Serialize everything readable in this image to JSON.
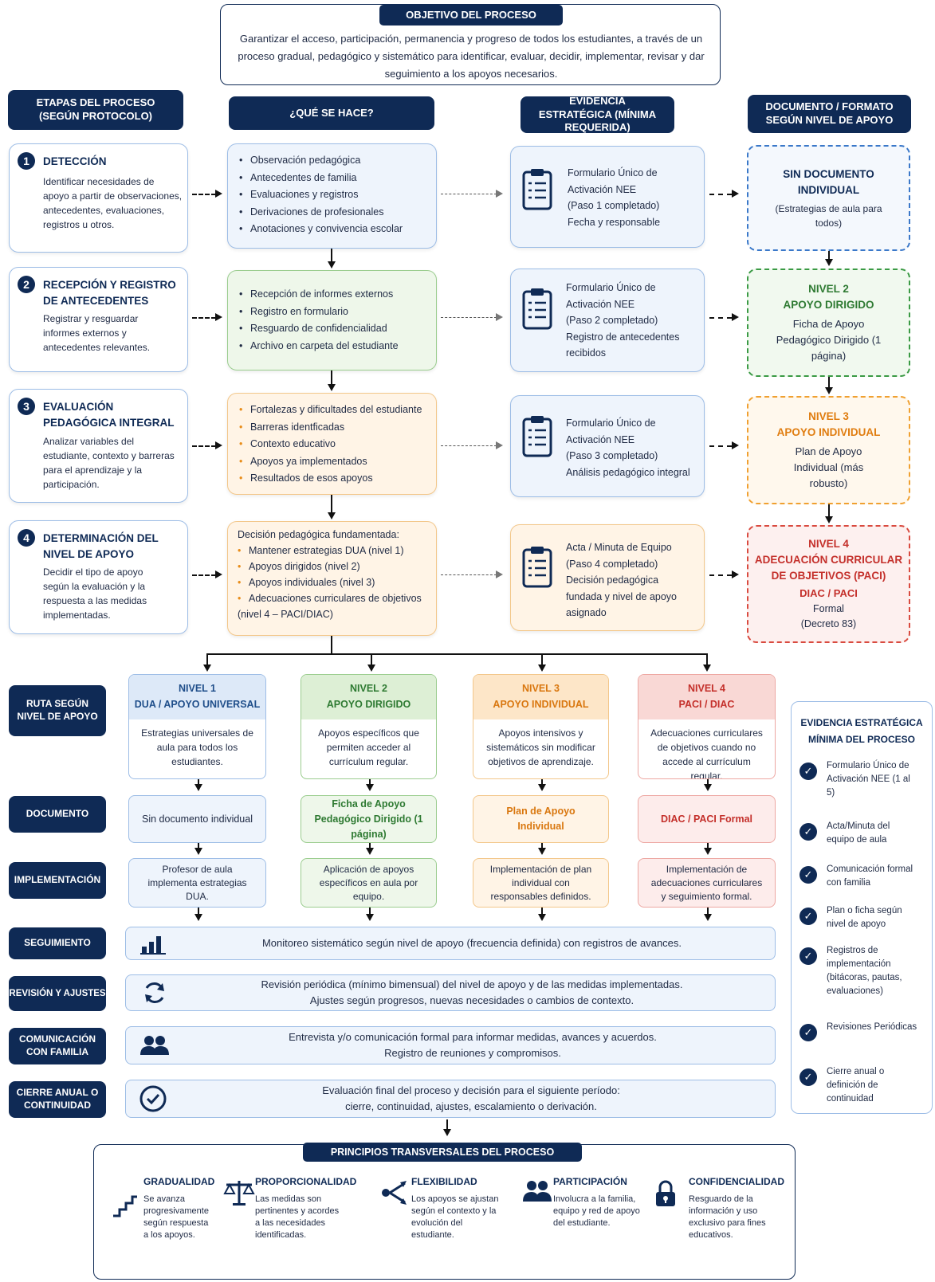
{
  "objective": {
    "title": "OBJETIVO DEL PROCESO",
    "text": "Garantizar el acceso, participación, permanencia y progreso de todos los estudiantes, a través de un proceso gradual, pedagógico y sistemático para identificar, evaluar, decidir, implementar, revisar y dar seguimiento a los apoyos necesarios."
  },
  "headers": {
    "stages": "ETAPAS DEL PROCESO (SEGÚN PROTOCOLO)",
    "what": "¿QUÉ SE HACE?",
    "evidence": "EVIDENCIA ESTRATÉGICA (MÍNIMA REQUERIDA)",
    "document": "DOCUMENTO / FORMATO SEGÚN NIVEL DE APOYO"
  },
  "stages": [
    {
      "num": "1",
      "title": "DETECCIÓN",
      "desc": "Identificar necesidades de apoyo a partir de observaciones, antecedentes, evaluaciones, registros u otros."
    },
    {
      "num": "2",
      "title": "RECEPCIÓN Y REGISTRO DE ANTECEDENTES",
      "desc": "Registrar y resguardar informes externos y antecedentes relevantes."
    },
    {
      "num": "3",
      "title": "EVALUACIÓN PEDAGÓGICA INTEGRAL",
      "desc": "Analizar variables del estudiante, contexto y barreras para el aprendizaje y la participación."
    },
    {
      "num": "4",
      "title": "DETERMINACIÓN DEL NIVEL DE APOYO",
      "desc": "Decidir el tipo de apoyo según la evaluación y la respuesta a las medidas implementadas."
    }
  ],
  "actions": [
    {
      "items": [
        "Observación pedagógica",
        "Antecedentes de familia",
        "Evaluaciones y registros",
        "Derivaciones de profesionales",
        "Anotaciones y convivencia escolar"
      ]
    },
    {
      "items": [
        "Recepción de informes externos",
        "Registro en formulario",
        "Resguardo de confidencialidad",
        "Archivo en carpeta del estudiante"
      ]
    },
    {
      "items": [
        "Fortalezas y dificultades del estudiante",
        "Barreras identficadas",
        "Contexto educativo",
        "Apoyos ya implementados",
        "Resultados de esos apoyos"
      ]
    },
    {
      "intro": "Decisión pedagógica fundamentada:",
      "items": [
        "Mantener estrategias DUA (nivel 1)",
        "Apoyos dirigidos (nivel 2)",
        "Apoyos individuales (nivel 3)",
        "Adecuaciones curriculares de objetivos (nivel 4 – PACI/DIAC)"
      ]
    }
  ],
  "evidence": [
    {
      "lines": [
        "Formulario Único de",
        "Activación NEE",
        "(Paso 1 completado)",
        "Fecha y responsable"
      ]
    },
    {
      "lines": [
        "Formulario Único de",
        "Activación NEE",
        "(Paso 2 completado)",
        "Registro de antecedentes",
        "recibidos"
      ]
    },
    {
      "lines": [
        "Formulario Único de",
        "Activación NEE",
        "(Paso 3 completado)",
        "Análisis pedagógico integral"
      ]
    },
    {
      "lines": [
        "Acta / Minuta de Equipo",
        "(Paso 4 completado)",
        "Decisión pedagógica",
        "fundada y nivel de apoyo",
        "asignado"
      ]
    }
  ],
  "documents": [
    {
      "head": "SIN DOCUMENTO INDIVIDUAL",
      "sub": "(Estrategias de aula para todos)",
      "color": "#1f5fa8"
    },
    {
      "head": "NIVEL 2",
      "head2": "APOYO DIRIGIDO",
      "body": "Ficha de Apoyo Pedagógico Dirigido (1 página)",
      "color": "#2e8b3a"
    },
    {
      "head": "NIVEL 3",
      "head2": "APOYO INDIVIDUAL",
      "body": "Plan de Apoyo Individual (más robusto)",
      "color": "#e88d1a"
    },
    {
      "head": "NIVEL 4",
      "head2": "ADECUACIÓN CURRICULAR DE OBJETIVOS (PACI)",
      "head3": "DIAC / PACI",
      "body": "Formal (Decreto 83)",
      "color": "#d63a2f"
    }
  ],
  "rowlabels": {
    "ruta": "RUTA SEGÚN NIVEL DE APOYO",
    "documento": "DOCUMENTO",
    "implementacion": "IMPLEMENTACIÓN",
    "seguimiento": "SEGUIMIENTO",
    "revision": "REVISIÓN Y AJUSTES",
    "comunicacion": "COMUNICACIÓN CON FAMILIA",
    "cierre": "CIERRE ANUAL O CONTINUIDAD"
  },
  "levels": [
    {
      "h1": "NIVEL 1",
      "h2": "DUA / APOYO UNIVERSAL",
      "desc": "Estrategias universales de aula para todos los estudiantes.",
      "doc": "Sin documento individual",
      "impl": "Profesor de aula implementa estrategias DUA.",
      "color": "#1f4e8a"
    },
    {
      "h1": "NIVEL 2",
      "h2": "APOYO DIRIGIDO",
      "desc": "Apoyos específicos que permiten acceder al currículum regular.",
      "doc": "Ficha de Apoyo Pedagógico Dirigido (1 página)",
      "impl": "Aplicación de apoyos específicos en aula por equipo.",
      "color": "#2e7a32"
    },
    {
      "h1": "NIVEL 3",
      "h2": "APOYO INDIVIDUAL",
      "desc": "Apoyos intensivos y sistemáticos sin modificar objetivos de aprendizaje.",
      "doc": "Plan de Apoyo Individual",
      "impl": "Implementación de plan individual con responsables definidos.",
      "color": "#d9770f"
    },
    {
      "h1": "NIVEL 4",
      "h2": "PACI / DIAC",
      "desc": "Adecuaciones curriculares de objetivos cuando no accede al currículum regular.",
      "doc": "DIAC / PACI Formal",
      "impl": "Implementación de adecuaciones curriculares y seguimiento formal.",
      "color": "#c4302b"
    }
  ],
  "bars": {
    "seguimiento": "Monitoreo sistemático según nivel de apoyo (frecuencia definida) con registros de avances.",
    "revision1": "Revisión periódica (mínimo bimensual) del nivel de apoyo y de las medidas implementadas.",
    "revision2": "Ajustes según progresos, nuevas necesidades o cambios de contexto.",
    "comunicacion1": "Entrevista y/o comunicación formal para informar medidas, avances y acuerdos.",
    "comunicacion2": "Registro de reuniones y compromisos.",
    "cierre1": "Evaluación final del proceso y decisión para el siguiente período:",
    "cierre2": "cierre, continuidad, ajustes, escalamiento o derivación."
  },
  "sidebar": {
    "title": "EVIDENCIA ESTRATÉGICA MÍNIMA DEL PROCESO",
    "items": [
      "Formulario Único de Activación NEE (1 al 5)",
      "Acta/Minuta del equipo de aula",
      "Comunicación formal con familia",
      "Plan o ficha según nivel de apoyo",
      "Registros de implementación (bitácoras, pautas, evaluaciones)",
      "Revisiones Periódicas",
      "Cierre anual o definición de continuidad"
    ]
  },
  "principles": {
    "title": "PRINCIPIOS TRANSVERSALES DEL PROCESO",
    "items": [
      {
        "name": "GRADUALIDAD",
        "desc": "Se avanza progresivamente según respuesta a los apoyos."
      },
      {
        "name": "PROPORCIONALIDAD",
        "desc": "Las medidas son pertinentes y acordes a las necesidades identificadas."
      },
      {
        "name": "FLEXIBILIDAD",
        "desc": "Los apoyos se ajustan según el contexto y la evolución del estudiante."
      },
      {
        "name": "PARTICIPACIÓN",
        "desc": "Involucra a la familia, equipo y red de apoyo del estudiante."
      },
      {
        "name": "CONFIDENCIALIDAD",
        "desc": "Resguardo de la información y uso exclusivo para fines educativos."
      }
    ]
  }
}
